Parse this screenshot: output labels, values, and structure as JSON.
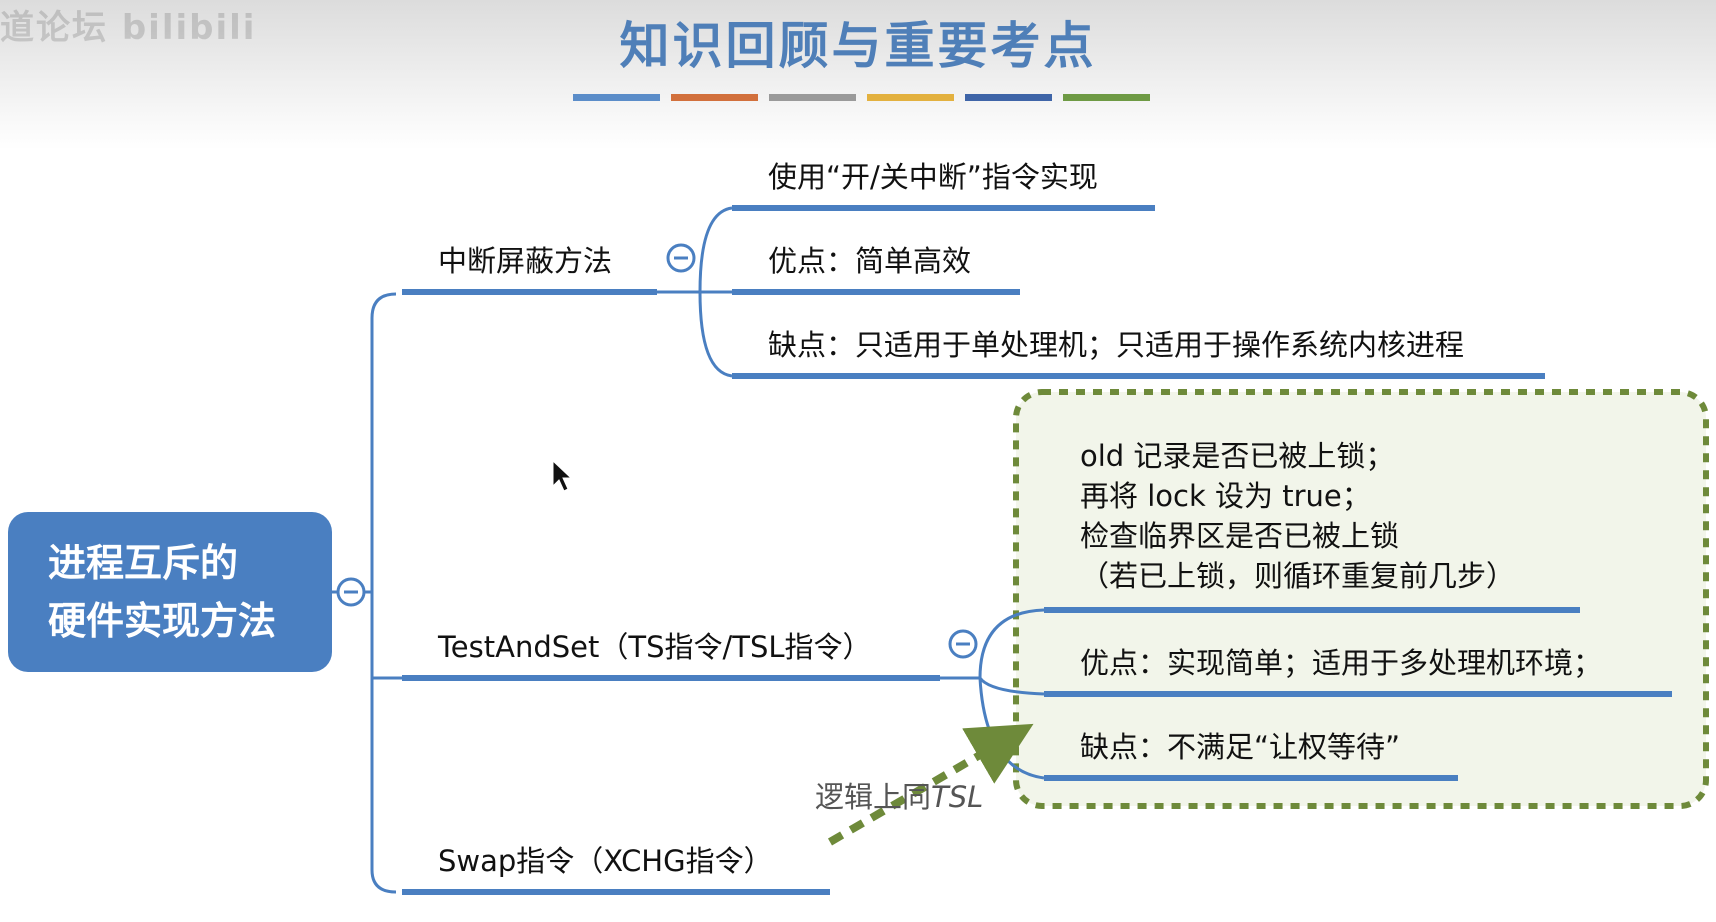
{
  "header": {
    "title": "知识回顾与重要考点",
    "watermark": "道论坛 bilibili",
    "bar_colors": [
      "#5b8dc9",
      "#d2703c",
      "#9a9a9a",
      "#e3b13f",
      "#3f65a8",
      "#6e9a44"
    ]
  },
  "colors": {
    "title": "#4f7fb8",
    "branch_line": "#4a7fc1",
    "root_fill": "#4a7fc1",
    "dashed_box_fill": "#f2f5ea",
    "dashed_box_border": "#6e8a3a",
    "arrow": "#6e8a3a"
  },
  "mindmap": {
    "root": {
      "line1": "进程互斥的",
      "line2": "硬件实现方法"
    },
    "branches": [
      {
        "label": "中断屏蔽方法",
        "children": [
          "使用“开/关中断”指令实现",
          "优点：简单高效",
          "缺点：只适用于单处理机；只适用于操作系统内核进程"
        ]
      },
      {
        "label": "TestAndSet（TS指令/TSL指令）",
        "children_detail": [
          "old 记录是否已被上锁；",
          "再将 lock 设为 true；",
          "检查临界区是否已被上锁",
          "（若已上锁，则循环重复前几步）"
        ],
        "children": [
          "优点：实现简单；适用于多处理机环境；",
          "缺点：不满足“让权等待”"
        ]
      },
      {
        "label": "Swap指令（XCHG指令）"
      }
    ],
    "annotation": {
      "text": "逻辑上同",
      "emph": "TSL"
    }
  }
}
